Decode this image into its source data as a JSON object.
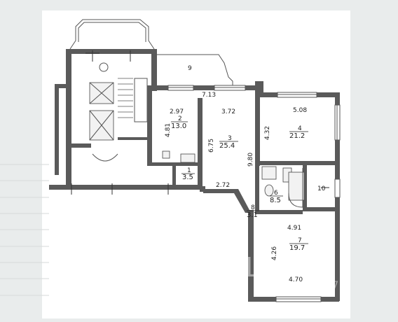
{
  "rooms": [
    {
      "id": "1",
      "area": "3.5"
    },
    {
      "id": "2",
      "area": "13.0"
    },
    {
      "id": "3",
      "area": "25.4"
    },
    {
      "id": "4",
      "area": "21.2"
    },
    {
      "id": "6",
      "area": "8.5"
    },
    {
      "id": "7",
      "area": "19.7"
    },
    {
      "id": "8",
      "area": "3.1"
    },
    {
      "id": "9",
      "area": ""
    },
    {
      "id": "10",
      "area": ""
    }
  ],
  "dimensions": {
    "d713": "7.13",
    "d297": "2.97",
    "d372": "3.72",
    "d508": "5.08",
    "d481": "4.81",
    "d675": "6.75",
    "d432": "4.32",
    "d980": "9.80",
    "d272": "2.72",
    "d491": "4.91",
    "d426": "4.26",
    "d470": "4.70"
  },
  "watermark": {
    "brand": "Циан",
    "id": "ID 27"
  },
  "colors": {
    "paper": "#ffffff",
    "background": "#e9ecec",
    "wall": "#5a5a5a"
  }
}
